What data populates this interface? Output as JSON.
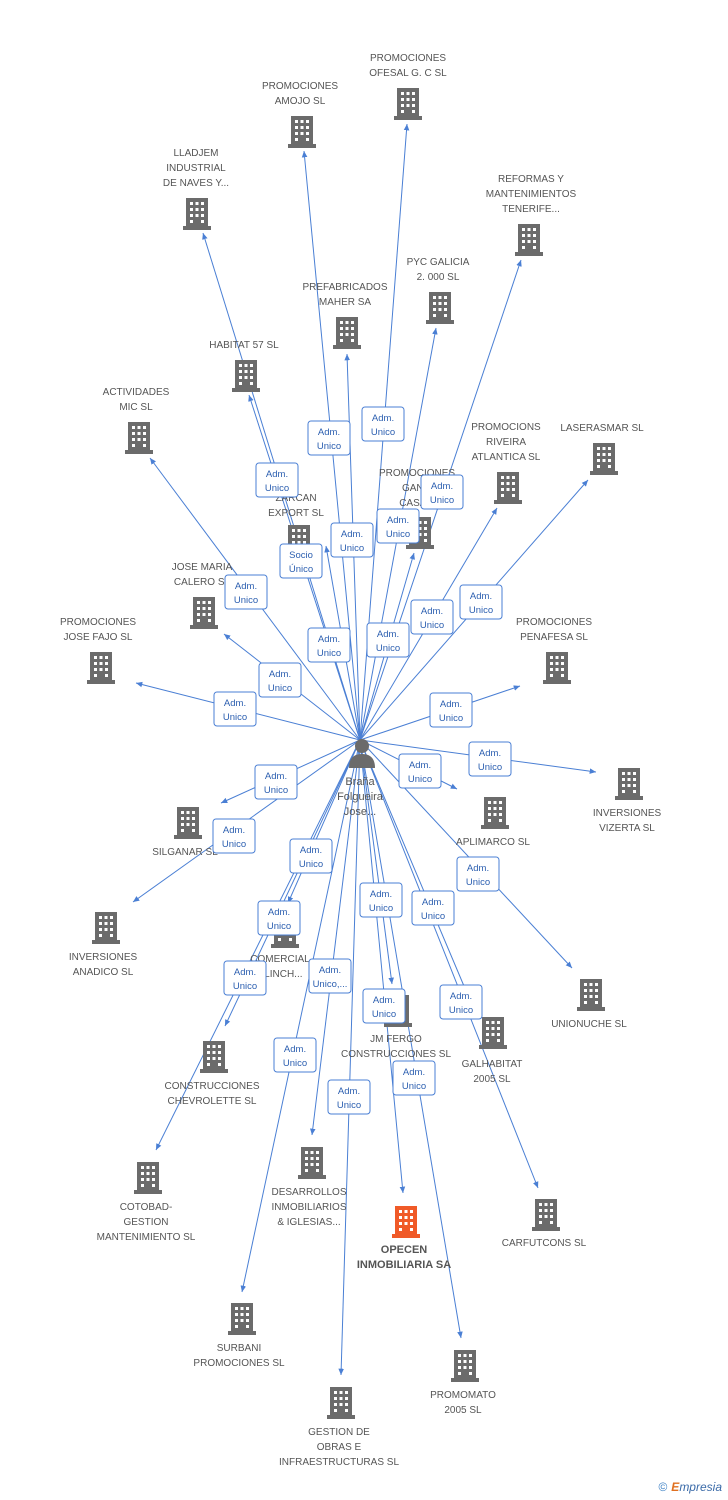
{
  "center": {
    "label_lines": [
      "Braña",
      "Folgueira",
      "Jose..."
    ],
    "icon": "person-icon"
  },
  "colors": {
    "edge": "#4a7fd4",
    "building": "#6b6b6b",
    "highlight": "#f05a28",
    "role_text": "#2c5fb0"
  },
  "companies": [
    {
      "id": "promociones-ofesal",
      "label_lines": [
        "PROMOCIONES",
        "OFESAL G. C SL"
      ],
      "role_lines": [
        "Adm.",
        "Unico"
      ],
      "highlight": false
    },
    {
      "id": "promociones-amojo",
      "label_lines": [
        "PROMOCIONES",
        "AMOJO SL"
      ],
      "role_lines": [
        "Adm.",
        "Unico"
      ],
      "highlight": false
    },
    {
      "id": "lladjem",
      "label_lines": [
        "LLADJEM",
        "INDUSTRIAL",
        "DE NAVES Y..."
      ],
      "role_lines": [
        "Adm.",
        "Unico"
      ],
      "highlight": false
    },
    {
      "id": "reformas-tenerife",
      "label_lines": [
        "REFORMAS Y",
        "MANTENIMIENTOS",
        "TENERIFE..."
      ],
      "role_lines": [
        "Adm.",
        "Unico"
      ],
      "highlight": false
    },
    {
      "id": "pyc-galicia",
      "label_lines": [
        "PYC GALICIA",
        "2. 000 SL"
      ],
      "role_lines": [
        "Adm.",
        "Unico"
      ],
      "highlight": false
    },
    {
      "id": "prefabricados-maher",
      "label_lines": [
        "PREFABRICADOS",
        "MAHER SA"
      ],
      "role_lines": [
        "Adm.",
        "Unico"
      ],
      "highlight": false
    },
    {
      "id": "habitat-57",
      "label_lines": [
        "HABITAT 57 SL"
      ],
      "role_lines": [
        "Adm.",
        "Unico"
      ],
      "highlight": false
    },
    {
      "id": "actividades-mic",
      "label_lines": [
        "ACTIVIDADES",
        "MIC  SL"
      ],
      "role_lines": [
        "Adm.",
        "Unico"
      ],
      "highlight": false
    },
    {
      "id": "promociones-gan",
      "label_lines": [
        "PROMOCIONES",
        "GAN...",
        "CASA..."
      ],
      "role_lines": [
        "Adm.",
        "Unico"
      ],
      "highlight": false
    },
    {
      "id": "promocions-riveira",
      "label_lines": [
        "PROMOCIONS",
        "RIVEIRA",
        "ATLANTICA SL"
      ],
      "role_lines": [
        "Adm.",
        "Unico"
      ],
      "highlight": false
    },
    {
      "id": "laserasmar",
      "label_lines": [
        "LASERASMAR SL"
      ],
      "role_lines": [
        "Adm.",
        "Unico"
      ],
      "highlight": false
    },
    {
      "id": "zarcan-export",
      "label_lines": [
        "ZARCAN",
        "EXPORT SL"
      ],
      "role_lines": [
        "Socio",
        "Único"
      ],
      "highlight": false
    },
    {
      "id": "jose-maria-calero",
      "label_lines": [
        "JOSE MARIA",
        "CALERO SL"
      ],
      "role_lines": [
        "Adm.",
        "Unico"
      ],
      "highlight": false
    },
    {
      "id": "promociones-jose-fajo",
      "label_lines": [
        "PROMOCIONES",
        "JOSE FAJO SL"
      ],
      "role_lines": [
        "Adm.",
        "Unico"
      ],
      "highlight": false
    },
    {
      "id": "promociones-penafesa",
      "label_lines": [
        "PROMOCIONES",
        "PENAFESA SL"
      ],
      "role_lines": [
        "Adm.",
        "Unico"
      ],
      "highlight": false
    },
    {
      "id": "inversiones-vizerta",
      "label_lines": [
        "INVERSIONES",
        "VIZERTA SL"
      ],
      "role_lines": [
        "Adm.",
        "Unico"
      ],
      "highlight": false
    },
    {
      "id": "aplimarco",
      "label_lines": [
        "APLIMARCO SL"
      ],
      "role_lines": [
        "Adm.",
        "Unico"
      ],
      "highlight": false
    },
    {
      "id": "silganar",
      "label_lines": [
        "SILGANAR SL"
      ],
      "role_lines": [
        "Adm.",
        "Unico"
      ],
      "highlight": false
    },
    {
      "id": "inversiones-anadico",
      "label_lines": [
        "INVERSIONES",
        "ANADICO SL"
      ],
      "role_lines": [
        "Adm.",
        "Unico"
      ],
      "highlight": false
    },
    {
      "id": "unionuche",
      "label_lines": [
        "UNIONUCHE SL"
      ],
      "role_lines": [
        "Adm.",
        "Unico"
      ],
      "highlight": false
    },
    {
      "id": "comercial-ylinch",
      "label_lines": [
        "COMERCIAL",
        "YLINCH..."
      ],
      "role_lines": [
        "Adm.",
        "Unico"
      ],
      "highlight": false
    },
    {
      "id": "jm-fergo",
      "label_lines": [
        "JM FERGO",
        "CONSTRUCCIONES SL"
      ],
      "role_lines": [
        "Adm.",
        "Unico"
      ],
      "highlight": false
    },
    {
      "id": "galhabitat",
      "label_lines": [
        "GALHABITAT",
        "2005 SL"
      ],
      "role_lines": [
        "Adm.",
        "Unico"
      ],
      "highlight": false
    },
    {
      "id": "construcciones-chevrolette",
      "label_lines": [
        "CONSTRUCCIONES",
        "CHEVROLETTE SL"
      ],
      "role_lines": [
        "Adm.",
        "Unico"
      ],
      "highlight": false
    },
    {
      "id": "cotobad",
      "label_lines": [
        "COTOBAD-",
        "GESTION",
        "MANTENIMIENTO SL"
      ],
      "role_lines": [
        "Adm.",
        "Unico"
      ],
      "highlight": false
    },
    {
      "id": "desarrollos-inmobiliarios",
      "label_lines": [
        "DESARROLLOS",
        "INMOBILIARIOS",
        "& IGLESIAS..."
      ],
      "role_lines": [
        "Adm.",
        "Unico,..."
      ],
      "highlight": false
    },
    {
      "id": "opecen",
      "label_lines": [
        "OPECEN",
        "INMOBILIARIA SA"
      ],
      "role_lines": [
        "Adm.",
        "Unico"
      ],
      "highlight": true
    },
    {
      "id": "carfutcons",
      "label_lines": [
        "CARFUTCONS SL"
      ],
      "role_lines": [
        "Adm.",
        "Unico"
      ],
      "highlight": false
    },
    {
      "id": "surbani",
      "label_lines": [
        "SURBANI",
        "PROMOCIONES SL"
      ],
      "role_lines": [
        "Adm.",
        "Unico"
      ],
      "highlight": false
    },
    {
      "id": "promomato",
      "label_lines": [
        "PROMOMATO",
        "2005 SL"
      ],
      "role_lines": [
        "Adm.",
        "Unico"
      ],
      "highlight": false
    },
    {
      "id": "gestion-obras",
      "label_lines": [
        "GESTION DE",
        "OBRAS E",
        "INFRAESTRUCTURAS SL"
      ],
      "role_lines": [
        "Adm.",
        "Unico"
      ],
      "highlight": false
    }
  ],
  "footer": {
    "copyright_symbol": "©",
    "brand_initial": "E",
    "brand_rest": "mpresia"
  }
}
